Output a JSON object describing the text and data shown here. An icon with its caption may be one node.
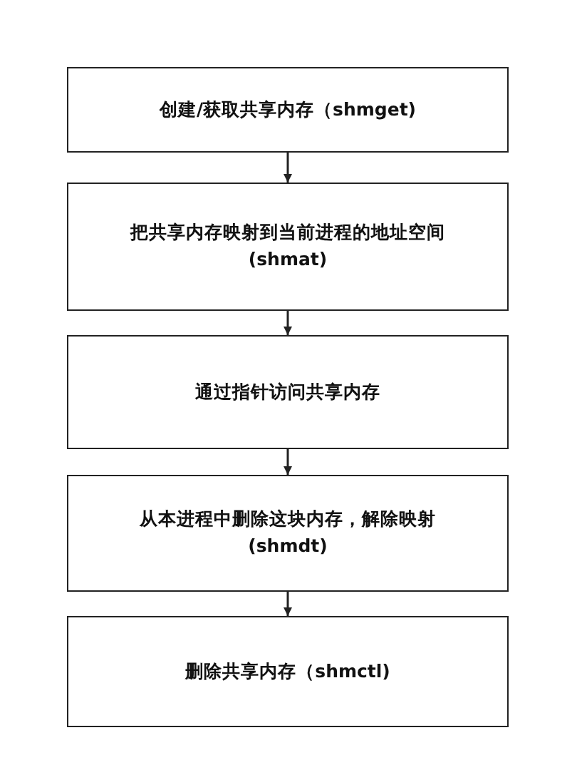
{
  "diagram": {
    "nodes": [
      {
        "text": [
          "创建/获取共享内存（shmget)"
        ]
      },
      {
        "text": [
          "把共享内存映射到当前进程的地址空间 (shmat)"
        ]
      },
      {
        "text": [
          "通过指针访问共享内存"
        ]
      },
      {
        "text": [
          "从本进程中删除这块内存，解除映射 (shmdt)"
        ]
      },
      {
        "text": [
          "删除共享内存（shmctl)"
        ]
      }
    ],
    "edges": [
      {
        "from": 0,
        "to": 1,
        "arrow": "to"
      },
      {
        "from": 1,
        "to": 2,
        "arrow": "to"
      },
      {
        "from": 2,
        "to": 3,
        "arrow": "to"
      },
      {
        "from": 3,
        "to": 4,
        "arrow": "to"
      }
    ]
  }
}
